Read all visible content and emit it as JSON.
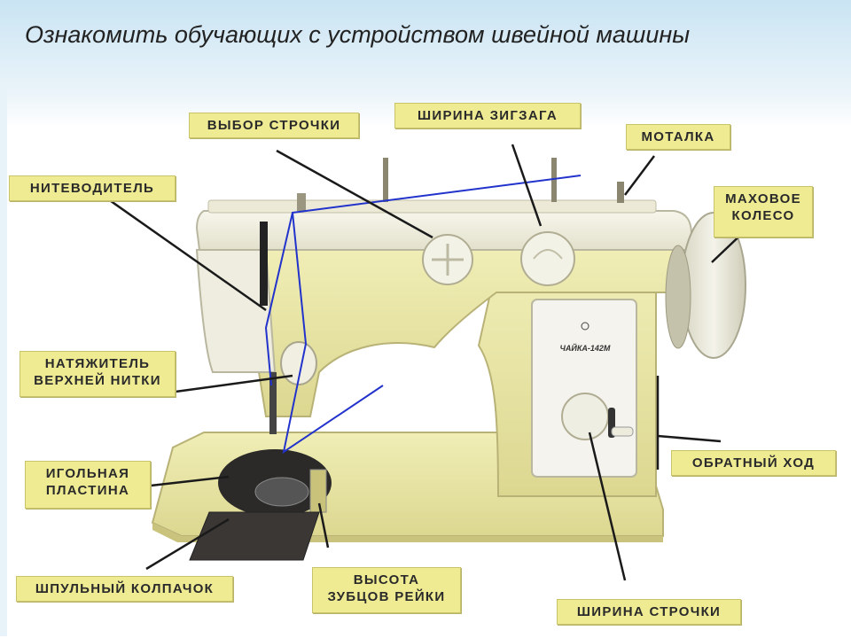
{
  "title": "Ознакомить обучающих с устройством швейной машины",
  "labels": {
    "stitch_select": "ВЫБОР СТРОЧКИ",
    "zigzag_width": "ШИРИНА ЗИГЗАГА",
    "winder": "МОТАЛКА",
    "thread_guide": "НИТЕВОДИТЕЛЬ",
    "flywheel_1": "МАХОВОЕ",
    "flywheel_2": "КОЛЕСО",
    "tension_1": "НАТЯЖИТЕЛЬ",
    "tension_2": "ВЕРХНЕЙ НИТКИ",
    "reverse": "ОБРАТНЫЙ ХОД",
    "needle_plate_1": "ИГОЛЬНАЯ",
    "needle_plate_2": "ПЛАСТИНА",
    "bobbin_case": "ШПУЛЬНЫЙ КОЛПАЧОК",
    "feed_height_1": "ВЫСОТА",
    "feed_height_2": "ЗУБЦОВ РЕЙКИ",
    "stitch_length": "ШИРИНА СТРОЧКИ"
  },
  "machine": {
    "brand": "ЧАЙКА-142М"
  },
  "colors": {
    "label_bg": "#efeb93",
    "machine_body": "#eae6a8",
    "machine_top": "#f1efe0",
    "thread": "#2233cc",
    "leader": "#1a1a1a"
  }
}
